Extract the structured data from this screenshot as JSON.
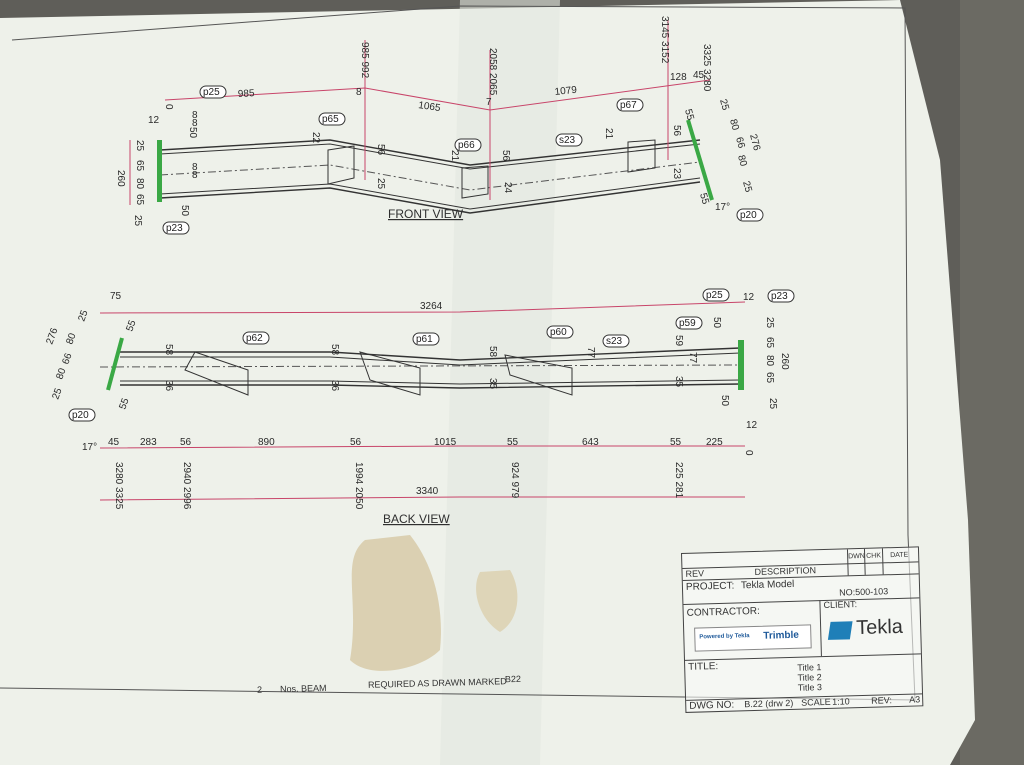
{
  "colors": {
    "paper": "#eef1ea",
    "line": "#333333",
    "dimension": "#c8456a",
    "weld": "#3aa845",
    "tekla_blue": "#1f7fb8",
    "stain": "#c9b48a"
  },
  "front_view": {
    "title": "FRONT VIEW",
    "tags": [
      "p25",
      "p65",
      "p66",
      "s23",
      "p67",
      "p20",
      "p23"
    ],
    "dims": [
      "985",
      "1065",
      "1079",
      "985 992",
      "2058 2065",
      "3145 3152",
      "3325 3280",
      "128",
      "45",
      "0",
      "12",
      "25",
      "65",
      "80",
      "65",
      "25",
      "260",
      "50",
      "50",
      "22",
      "56",
      "25",
      "21",
      "56",
      "24",
      "21",
      "56",
      "23",
      "55",
      "25",
      "80",
      "66",
      "80",
      "25",
      "276",
      "55",
      "17°",
      "8",
      "8",
      "8",
      "8",
      "8",
      "7",
      "7"
    ]
  },
  "back_view": {
    "title": "BACK VIEW",
    "tags": [
      "p25",
      "p23",
      "p62",
      "p61",
      "p60",
      "s23",
      "p59",
      "p20"
    ],
    "dims": [
      "75",
      "3264",
      "12",
      "25",
      "65",
      "80",
      "65",
      "25",
      "260",
      "50",
      "50",
      "12",
      "58",
      "58",
      "58",
      "36",
      "36",
      "35",
      "59",
      "35",
      "77",
      "77",
      "276",
      "80",
      "66",
      "80",
      "25",
      "25",
      "55",
      "55",
      "17°",
      "45",
      "283",
      "56",
      "890",
      "56",
      "1015",
      "55",
      "643",
      "55",
      "225",
      "0",
      "3280 3325",
      "2940 2996",
      "1994 2050",
      "924 979",
      "225 281",
      "3340"
    ]
  },
  "note": {
    "qty": "2",
    "qty_label": "Nos. BEAM",
    "text": "REQUIRED AS DRAWN MARKED",
    "mark": "B22"
  },
  "title_block": {
    "rev_label": "REV",
    "description_label": "DESCRIPTION",
    "dwn_label": "DWN",
    "chk_label": "CHK",
    "date_label": "DATE",
    "project_label": "PROJECT:",
    "project": "Tekla Model",
    "no_label": "NO:",
    "no": "500-103",
    "contractor_label": "CONTRACTOR:",
    "client_label": "CLIENT:",
    "powered_by": "Powered by Tekla",
    "trimble": "Trimble",
    "tekla": "Tekla",
    "title_label": "TITLE:",
    "titles": [
      "Title 1",
      "Title 2",
      "Title 3"
    ],
    "dwg_label": "DWG NO:",
    "dwg_no": "B.22 (drw 2)",
    "scale_label": "SCALE",
    "scale": "1:10",
    "rev2_label": "REV:",
    "size": "A3"
  }
}
